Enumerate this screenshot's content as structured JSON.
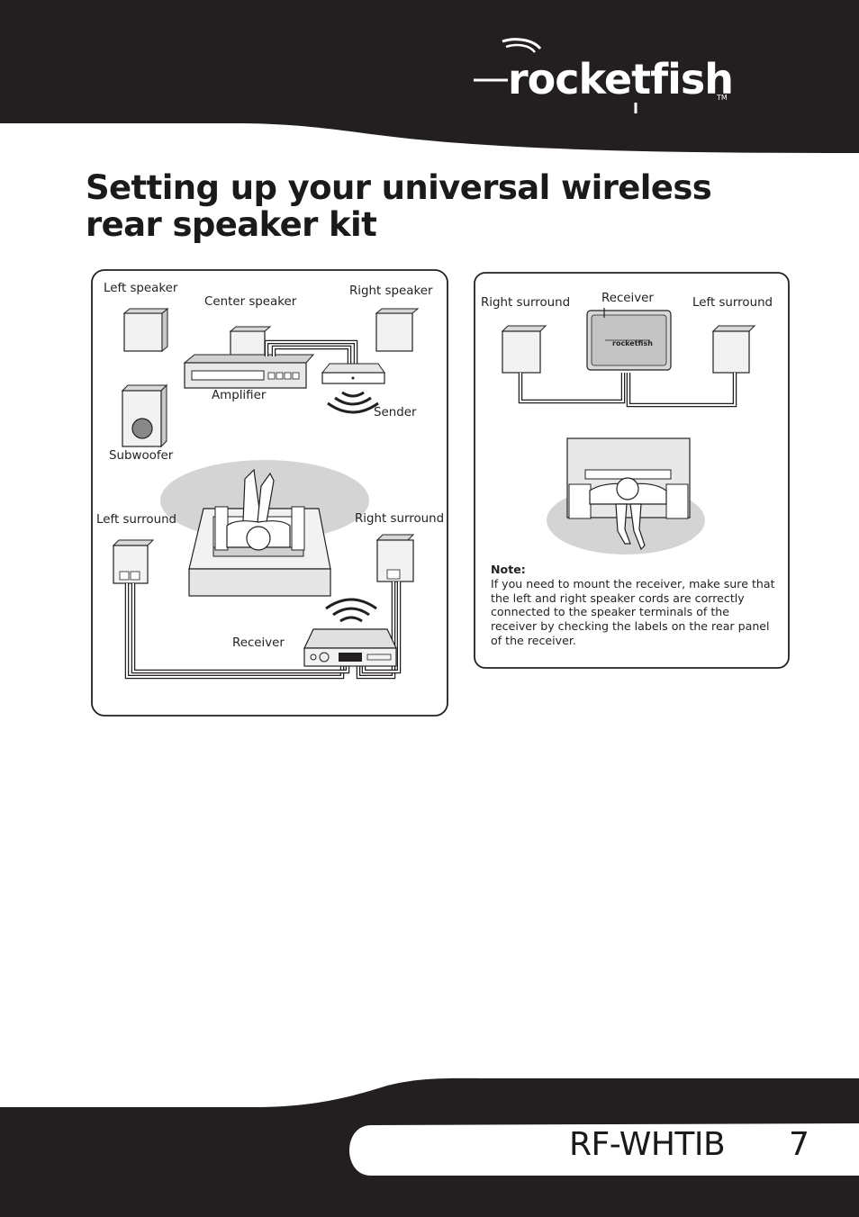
{
  "header": {
    "brand": "rocketfish",
    "trademark": "TM"
  },
  "title": "Setting up your universal wireless rear speaker kit",
  "diagram_left": {
    "labels": {
      "left_speaker": "Left speaker",
      "center_speaker": "Center speaker",
      "right_speaker": "Right speaker",
      "amplifier": "Amplifier",
      "sender": "Sender",
      "subwoofer": "Subwoofer",
      "left_surround": "Left surround",
      "right_surround": "Right surround",
      "receiver": "Receiver"
    }
  },
  "diagram_right": {
    "labels": {
      "right_surround": "Right surround",
      "receiver": "Receiver",
      "left_surround": "Left surround"
    },
    "note_heading": "Note:",
    "note_body": "If you need to mount the receiver, make sure that the left and right speaker cords are correctly connected to the speaker terminals of the receiver by checking the labels on the rear panel of the receiver."
  },
  "footer": {
    "model": "RF-WHTIB",
    "page_number": "7"
  }
}
